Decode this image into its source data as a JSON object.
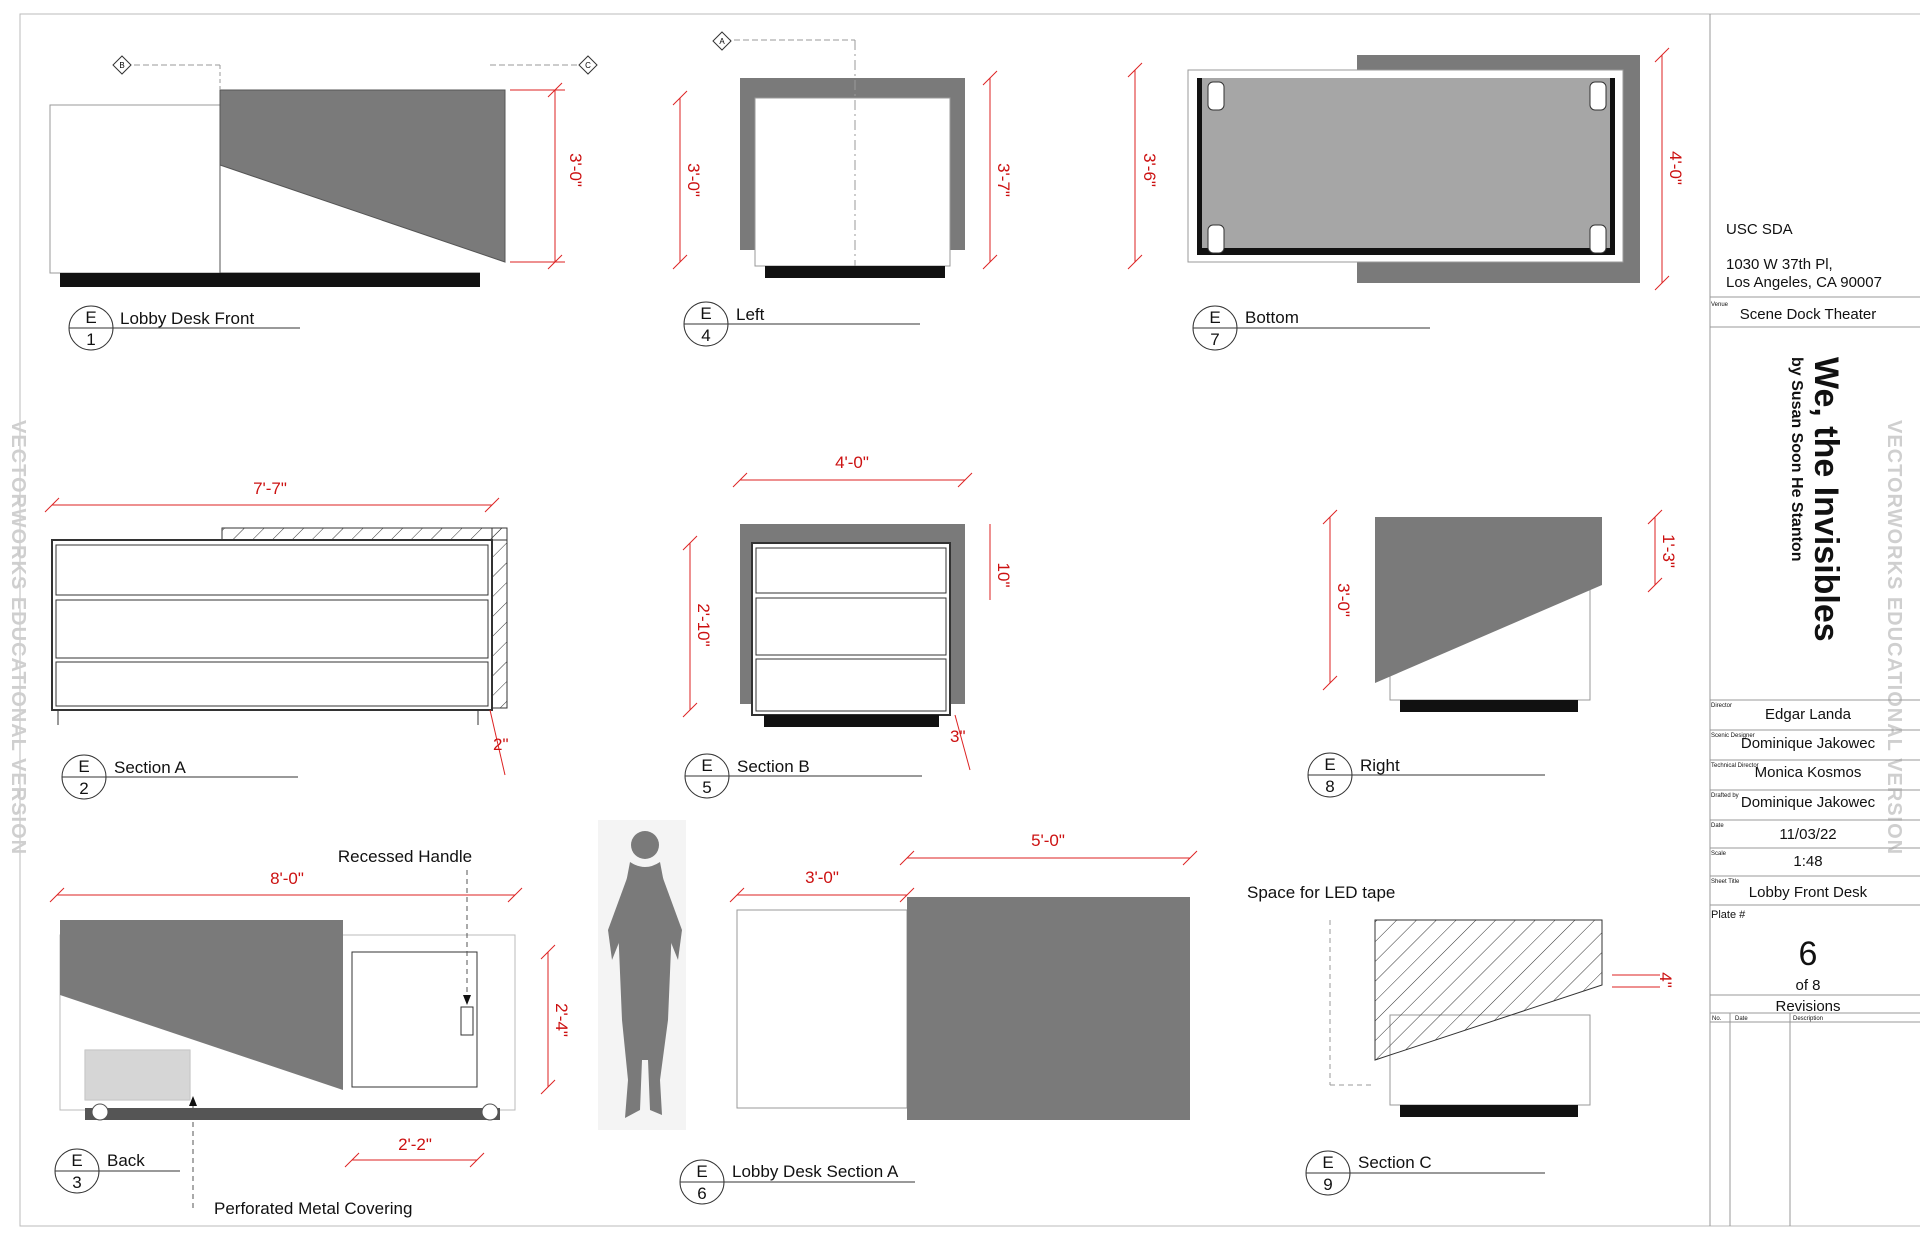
{
  "watermark": "VECTORWORKS EDUCATIONAL VERSION",
  "title_block": {
    "org": "USC SDA",
    "address_line1": "1030 W 37th Pl,",
    "address_line2": "Los Angeles, CA 90007",
    "venue_label": "Venue",
    "venue": "Scene Dock Theater",
    "show_title": "We, the Invisibles",
    "playwright": "by Susan Soon He Stanton",
    "director_label": "Director",
    "director": "Edgar Landa",
    "scenic_label": "Scenic Designer",
    "scenic_designer": "Dominique Jakowec",
    "td_label": "Technical Director",
    "technical_director": "Monica Kosmos",
    "drafted_label": "Drafted by",
    "drafted_by": "Dominique Jakowec",
    "date_label": "Date",
    "date": "11/03/22",
    "scale_label": "Scale",
    "scale": "1:48",
    "sheet_title_label": "Sheet Title",
    "sheet_title": "Lobby Front Desk",
    "plate_label": "Plate #",
    "plate": "6",
    "of_plates": "of 8",
    "revisions": "Revisions",
    "rev_no": "No.",
    "rev_date": "Date",
    "rev_desc": "Description"
  },
  "views": [
    {
      "sheet": "E",
      "num": "1",
      "title": "Lobby Desk Front"
    },
    {
      "sheet": "E",
      "num": "4",
      "title": "Left"
    },
    {
      "sheet": "E",
      "num": "7",
      "title": "Bottom"
    },
    {
      "sheet": "E",
      "num": "2",
      "title": "Section A"
    },
    {
      "sheet": "E",
      "num": "5",
      "title": "Section B"
    },
    {
      "sheet": "E",
      "num": "8",
      "title": "Right"
    },
    {
      "sheet": "E",
      "num": "3",
      "title": "Back"
    },
    {
      "sheet": "E",
      "num": "6",
      "title": "Lobby Desk Section A"
    },
    {
      "sheet": "E",
      "num": "9",
      "title": "Section C"
    }
  ],
  "section_markers": {
    "b": "B",
    "c": "C",
    "a": "A"
  },
  "dimensions": {
    "front_height": "3'-0\"",
    "left_height": "3'-0\"",
    "left_height2": "3'-7\"",
    "bottom_depth": "3'-6\"",
    "bottom_depth2": "4'-0\"",
    "section_a_width": "7'-7\"",
    "section_a_kick": "2\"",
    "section_b_width": "4'-0\"",
    "section_b_height": "2'-10\"",
    "section_b_top": "10\"",
    "section_b_kick": "3\"",
    "right_height": "3'-0\"",
    "right_top": "1'-3\"",
    "back_width": "8'-0\"",
    "back_door_height": "2'-4\"",
    "back_door_width": "2'-2\"",
    "lds_a": "3'-0\"",
    "lds_b": "5'-0\"",
    "section_c_led": "4\""
  },
  "notes": {
    "recessed_handle": "Recessed Handle",
    "perforated": "Perforated Metal Covering",
    "led_space": "Space for LED tape"
  },
  "colors": {
    "solid": "#7a7a7a",
    "light_gray": "#a6a6a6",
    "dimension": "#cc1111"
  }
}
